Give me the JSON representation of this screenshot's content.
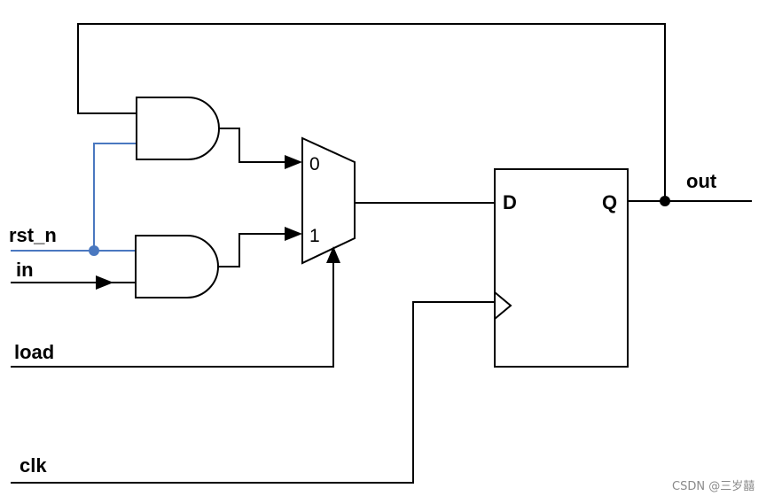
{
  "signals": {
    "rst_n": "rst_n",
    "in": "in",
    "load": "load",
    "clk": "clk",
    "out": "out"
  },
  "mux": {
    "input0": "0",
    "input1": "1"
  },
  "dff": {
    "d": "D",
    "q": "Q"
  },
  "colors": {
    "wire": "#000000",
    "reset_wire": "#4a78c0"
  },
  "watermark": "CSDN @三岁囍"
}
